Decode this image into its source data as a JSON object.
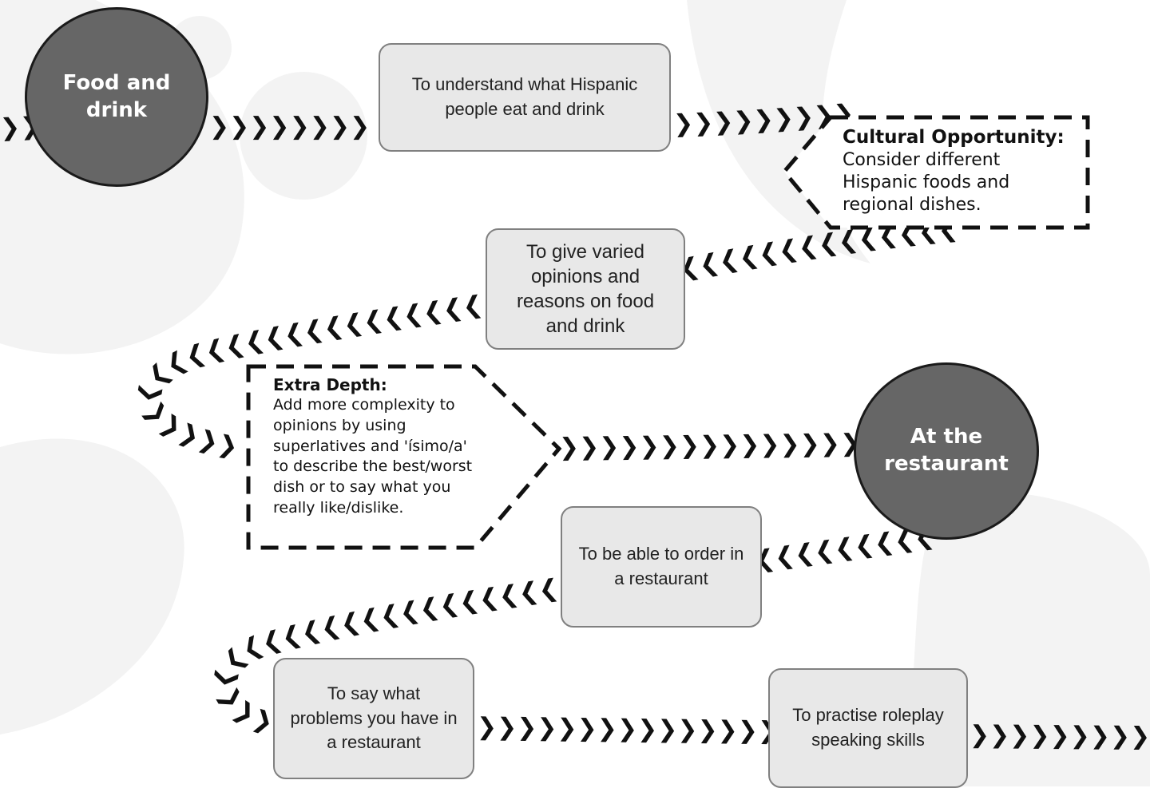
{
  "nodes": {
    "food_and_drink": "Food and drink",
    "at_the_restaurant": "At the restaurant"
  },
  "steps": {
    "understand_eat_drink": "To understand what Hispanic people eat and drink",
    "varied_opinions": "To give varied opinions and reasons on food and drink",
    "order_restaurant": "To be able to order in a restaurant",
    "problems_restaurant": "To say what problems you have in a restaurant",
    "practise_roleplay": "To practise roleplay speaking skills"
  },
  "callouts": {
    "cultural": {
      "title": "Cultural Opportunity:",
      "body": "Consider different Hispanic foods and regional dishes."
    },
    "extra_depth": {
      "title": "Extra Depth:",
      "body": "Add more complexity to opinions by using superlatives and 'ísimo/a' to describe the best/worst dish or to say what you really like/dislike."
    }
  },
  "colors": {
    "circle_fill": "#666666",
    "box_fill": "#e8e8e8",
    "box_border": "#808080",
    "arrow": "#111111"
  },
  "icons": {
    "forward_arrow": "chevron-right-chain",
    "backward_arrow": "chevron-left-chain"
  }
}
